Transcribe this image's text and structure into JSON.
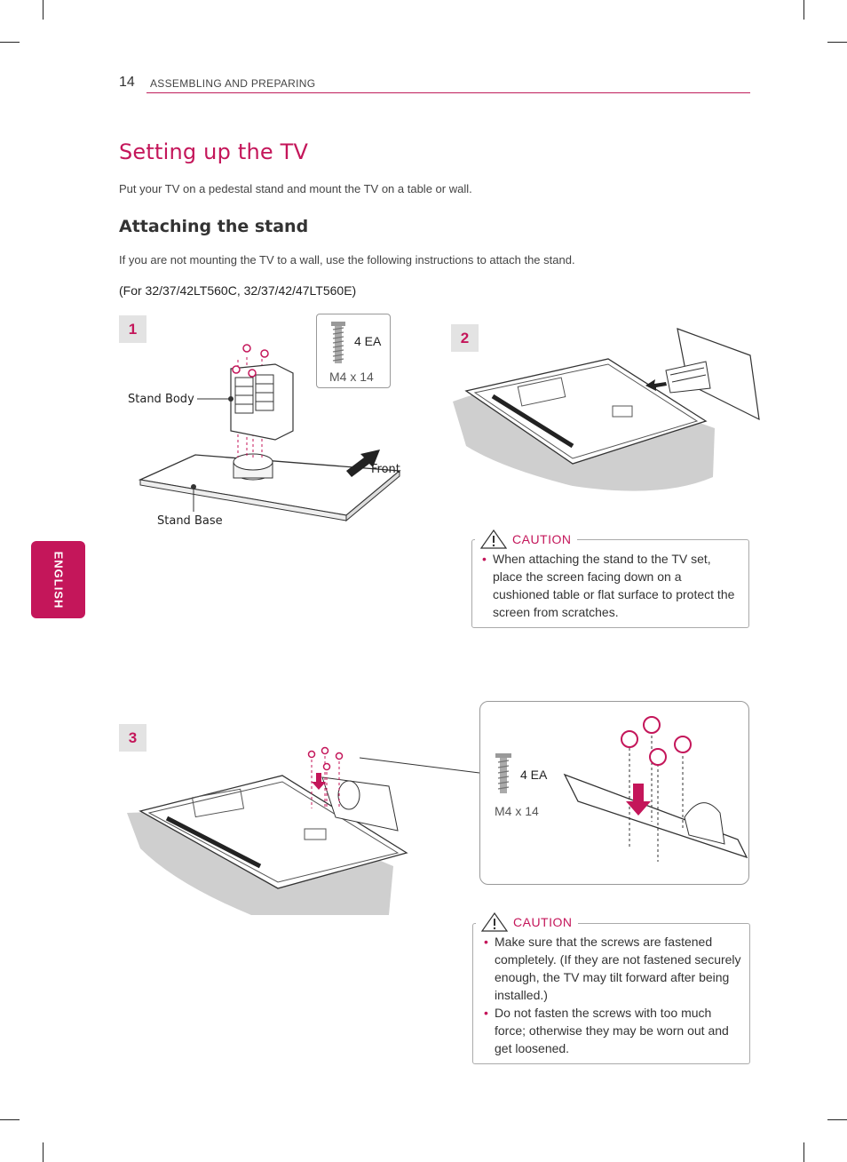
{
  "header": {
    "page_number": "14",
    "section": "ASSEMBLING AND PREPARING"
  },
  "side_tab": {
    "label": "ENGLISH"
  },
  "title": "Setting up the TV",
  "intro": "Put your TV on a pedestal stand and mount the TV on a table or wall.",
  "subtitle": "Attaching the stand",
  "instruction": "If you are not mounting the TV to a wall, use the following instructions to attach the stand.",
  "models": "(For 32/37/42LT560C, 32/37/42/47LT560E)",
  "step1": {
    "number": "1",
    "screw_qty": "4 EA",
    "screw_size": "M4 x 14",
    "label_body": "Stand Body",
    "label_base": "Stand Base",
    "label_front": "Front"
  },
  "step2": {
    "number": "2",
    "caution_title": "CAUTION",
    "caution_items": [
      "When attaching the stand to the TV set, place the screen facing down on a cushioned table or flat surface to protect the screen from scratches."
    ]
  },
  "step3": {
    "number": "3",
    "screw_qty": "4 EA",
    "screw_size": "M4 x 14",
    "caution_title": "CAUTION",
    "caution_items": [
      "Make sure that the screws are fastened completely. (If they are not fastened securely enough, the TV may tilt forward after being installed.)",
      "Do not fasten the screws with too much force; otherwise they may be worn out and get loosened."
    ]
  },
  "colors": {
    "accent": "#c4165a",
    "step_bg": "#e3e3e3",
    "cushion": "#cfcfcf"
  }
}
